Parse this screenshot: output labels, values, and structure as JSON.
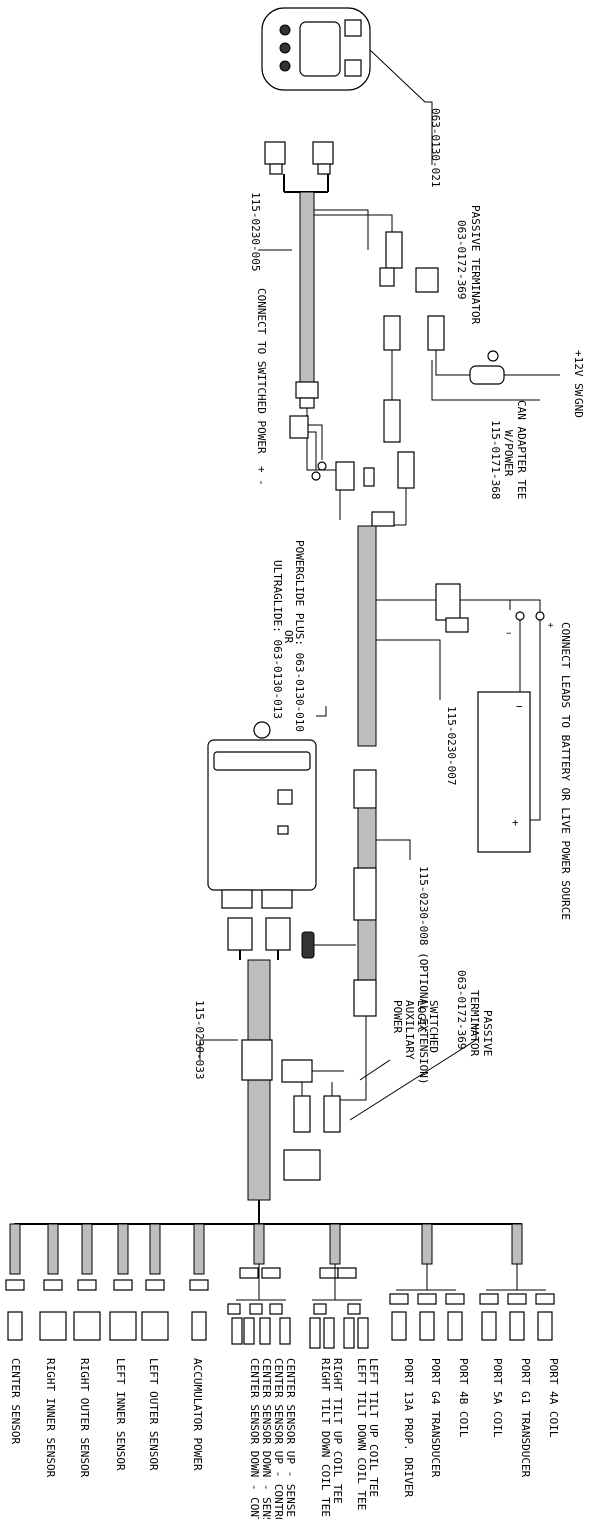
{
  "parts": {
    "display": "063-0130-021",
    "harness_power": "115-0230-005",
    "switched_power_note": "CONNECT TO SWITCHED POWER",
    "plus_minus": "+ -",
    "passive_terminator_title": "PASSIVE TERMINATOR",
    "passive_terminator_pn": "063-0172-369",
    "supply_12v": "+12V SW",
    "gnd": "GND",
    "can_adapter_line1": "CAN ADAPTER TEE",
    "can_adapter_line2": "W/POWER",
    "can_adapter_pn": "115-0171-368",
    "battery_note": "CONNECT LEADS TO BATTERY OR LIVE POWER SOURCE",
    "battery_plus": "+",
    "battery_minus": "−",
    "controller_line1": "POWERGLIDE PLUS: 063-0130-010",
    "controller_line2": "OR",
    "controller_line3": "ULTRAGLIDE: 063-0130-013",
    "harness_007": "115-0230-007",
    "harness_008": "115-0230-008 (OPTIONAL EXTENSION)",
    "passive_terminator2_line1": "PASSIVE",
    "passive_terminator2_line2": "TERMINATOR",
    "passive_terminator2_pn": "063-0172-369",
    "aux_line1": "SWITCHED",
    "aux_line2": "LOGIC",
    "aux_line3": "AUXILIARY",
    "aux_line4": "POWER",
    "harness_033": "115-0230-033"
  },
  "branches": [
    "CENTER SENSOR",
    "RIGHT INNER SENSOR",
    "RIGHT OUTER SENSOR",
    "LEFT INNER SENSOR",
    "LEFT OUTER SENSOR",
    "ACCUMULATOR POWER",
    "CENTER SENSOR UP - SENSE",
    "CENTER SENSOR UP - CONTROL",
    "CENTER SENSOR DOWN - SENSE",
    "CENTER SENSOR DOWN - CONTROL",
    "LEFT TILT UP COIL TEE",
    "LEFT TILT DOWN COIL TEE",
    "RIGHT TILT UP COIL TEE",
    "RIGHT TILT DOWN COIL TEE",
    "PORT 13A PROP. DRIVER",
    "PORT G4 TRANSDUCER",
    "PORT 4B COIL",
    "PORT 5A COIL",
    "PORT G1 TRANSDUCER",
    "PORT 4A COIL"
  ]
}
